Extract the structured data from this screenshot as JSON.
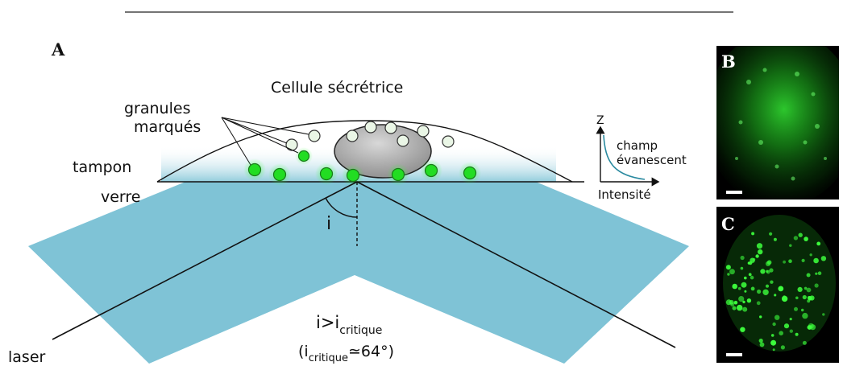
{
  "panel_labels": {
    "a": "A",
    "b": "B",
    "c": "C"
  },
  "title": "Cellule sécrétrice",
  "granules_label": {
    "line1": "granules",
    "line2": "marqués"
  },
  "tampon_label": "tampon",
  "verre_label": "verre",
  "angle_label": "i",
  "laser_label": "laser",
  "condition": {
    "lhs": "i>i",
    "sub": "critique"
  },
  "critical_angle": {
    "open": "(i",
    "sub": "critique",
    "rest": "≃64°)"
  },
  "inset": {
    "z_label": "Z",
    "curve_label_1": "champ",
    "curve_label_2": "évanescent",
    "x_label": "Intensité"
  },
  "colors": {
    "glass": "#7fc3d6",
    "granule_bright": "#22dd22",
    "granule_pale": "#eaf6e6",
    "nucleus": "#a9a9a9",
    "evanescent_curve": "#2a8aa0"
  }
}
